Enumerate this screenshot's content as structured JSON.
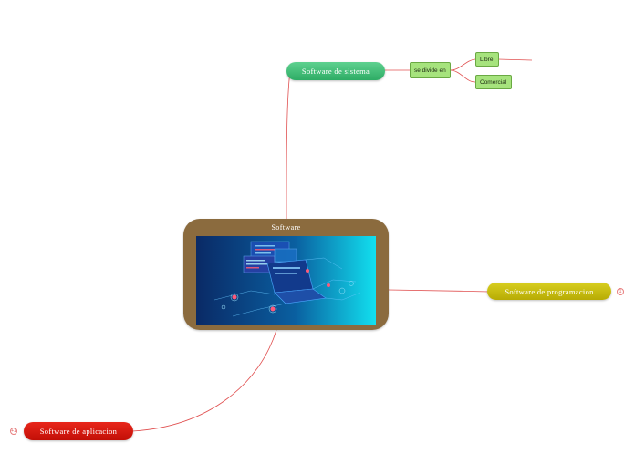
{
  "central": {
    "title": "Software",
    "image_name": "laptop-code-illustration"
  },
  "topics": {
    "sistema": {
      "label": "Software de sistema",
      "color": "#2eac65"
    },
    "programacion": {
      "label": "Software de programacion",
      "color": "#b7ab04",
      "collapsed_count": "1"
    },
    "aplicacion": {
      "label": "Software de aplicacion",
      "color": "#c20f07",
      "collapsed_count": "+1"
    }
  },
  "subtopics": {
    "divide": "se divide en",
    "libre": "Libre",
    "comercial": "Comercial"
  },
  "colors": {
    "connector": "#e05050",
    "central_bg": "#8b6b3e",
    "subtopic_bg": "#a6e37d"
  }
}
